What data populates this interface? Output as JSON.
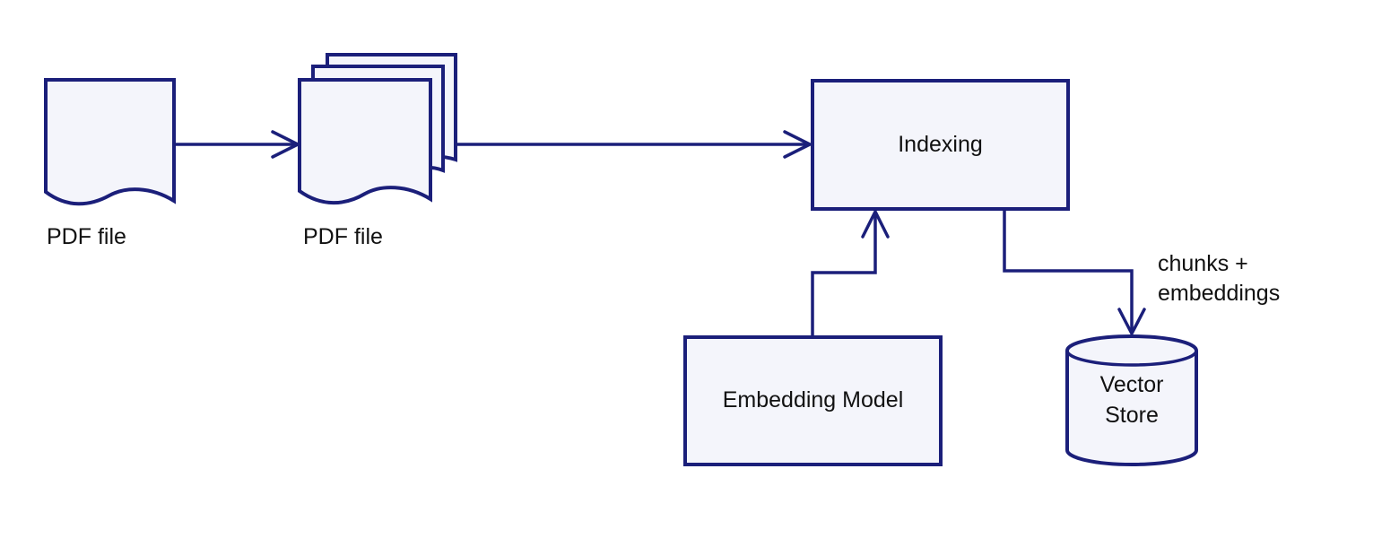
{
  "colors": {
    "stroke": "#1b1f7a",
    "node_fill": "#f4f5fb",
    "text": "#111111",
    "background": "#ffffff"
  },
  "nodes": {
    "pdf_single": {
      "label": "PDF file",
      "shape": "document"
    },
    "pdf_multi": {
      "label": "PDF file",
      "shape": "multi-document"
    },
    "indexing": {
      "label": "Indexing",
      "shape": "rectangle"
    },
    "embedding_model": {
      "label": "Embedding Model",
      "shape": "rectangle"
    },
    "vector_store": {
      "label_line1": "Vector",
      "label_line2": "Store",
      "shape": "cylinder"
    }
  },
  "edges": {
    "pdf_to_pdfs": {
      "from": "pdf_single",
      "to": "pdf_multi"
    },
    "pdfs_to_indexing": {
      "from": "pdf_multi",
      "to": "indexing"
    },
    "model_to_indexing": {
      "from": "embedding_model",
      "to": "indexing"
    },
    "indexing_to_store": {
      "from": "indexing",
      "to": "vector_store",
      "label_line1": "chunks +",
      "label_line2": "embeddings"
    }
  }
}
